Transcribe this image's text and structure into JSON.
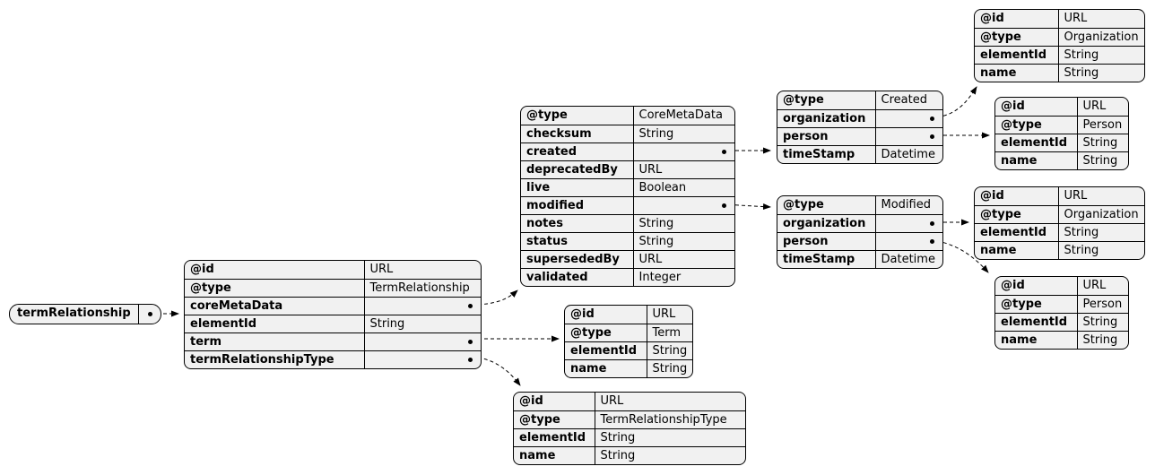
{
  "diagram": {
    "root": {
      "label": "termRelationship"
    },
    "colors": {
      "table_fill": "#F1F1F1",
      "border": "#000000",
      "background": "#FFFFFF"
    },
    "tables": [
      {
        "id": "termRelationship",
        "rows": [
          {
            "key": "@id",
            "value": "URL"
          },
          {
            "key": "@type",
            "value": "TermRelationship"
          },
          {
            "key": "coreMetaData",
            "value": "",
            "ref": true
          },
          {
            "key": "elementId",
            "value": "String"
          },
          {
            "key": "term",
            "value": "",
            "ref": true
          },
          {
            "key": "termRelationshipType",
            "value": "",
            "ref": true
          }
        ]
      },
      {
        "id": "coreMetaData",
        "rows": [
          {
            "key": "@type",
            "value": "CoreMetaData"
          },
          {
            "key": "checksum",
            "value": "String"
          },
          {
            "key": "created",
            "value": "",
            "ref": true
          },
          {
            "key": "deprecatedBy",
            "value": "URL"
          },
          {
            "key": "live",
            "value": "Boolean"
          },
          {
            "key": "modified",
            "value": "",
            "ref": true
          },
          {
            "key": "notes",
            "value": "String"
          },
          {
            "key": "status",
            "value": "String"
          },
          {
            "key": "supersededBy",
            "value": "URL"
          },
          {
            "key": "validated",
            "value": "Integer"
          }
        ]
      },
      {
        "id": "term",
        "rows": [
          {
            "key": "@id",
            "value": "URL"
          },
          {
            "key": "@type",
            "value": "Term"
          },
          {
            "key": "elementId",
            "value": "String"
          },
          {
            "key": "name",
            "value": "String"
          }
        ]
      },
      {
        "id": "termRelationshipType",
        "rows": [
          {
            "key": "@id",
            "value": "URL"
          },
          {
            "key": "@type",
            "value": "TermRelationshipType"
          },
          {
            "key": "elementId",
            "value": "String"
          },
          {
            "key": "name",
            "value": "String"
          }
        ]
      },
      {
        "id": "created",
        "rows": [
          {
            "key": "@type",
            "value": "Created"
          },
          {
            "key": "organization",
            "value": "",
            "ref": true
          },
          {
            "key": "person",
            "value": "",
            "ref": true
          },
          {
            "key": "timeStamp",
            "value": "Datetime"
          }
        ]
      },
      {
        "id": "modified",
        "rows": [
          {
            "key": "@type",
            "value": "Modified"
          },
          {
            "key": "organization",
            "value": "",
            "ref": true
          },
          {
            "key": "person",
            "value": "",
            "ref": true
          },
          {
            "key": "timeStamp",
            "value": "Datetime"
          }
        ]
      },
      {
        "id": "organizationCreated",
        "rows": [
          {
            "key": "@id",
            "value": "URL"
          },
          {
            "key": "@type",
            "value": "Organization"
          },
          {
            "key": "elementId",
            "value": "String"
          },
          {
            "key": "name",
            "value": "String"
          }
        ]
      },
      {
        "id": "personCreated",
        "rows": [
          {
            "key": "@id",
            "value": "URL"
          },
          {
            "key": "@type",
            "value": "Person"
          },
          {
            "key": "elementId",
            "value": "String"
          },
          {
            "key": "name",
            "value": "String"
          }
        ]
      },
      {
        "id": "organizationModified",
        "rows": [
          {
            "key": "@id",
            "value": "URL"
          },
          {
            "key": "@type",
            "value": "Organization"
          },
          {
            "key": "elementId",
            "value": "String"
          },
          {
            "key": "name",
            "value": "String"
          }
        ]
      },
      {
        "id": "personModified",
        "rows": [
          {
            "key": "@id",
            "value": "URL"
          },
          {
            "key": "@type",
            "value": "Person"
          },
          {
            "key": "elementId",
            "value": "String"
          },
          {
            "key": "name",
            "value": "String"
          }
        ]
      }
    ]
  }
}
